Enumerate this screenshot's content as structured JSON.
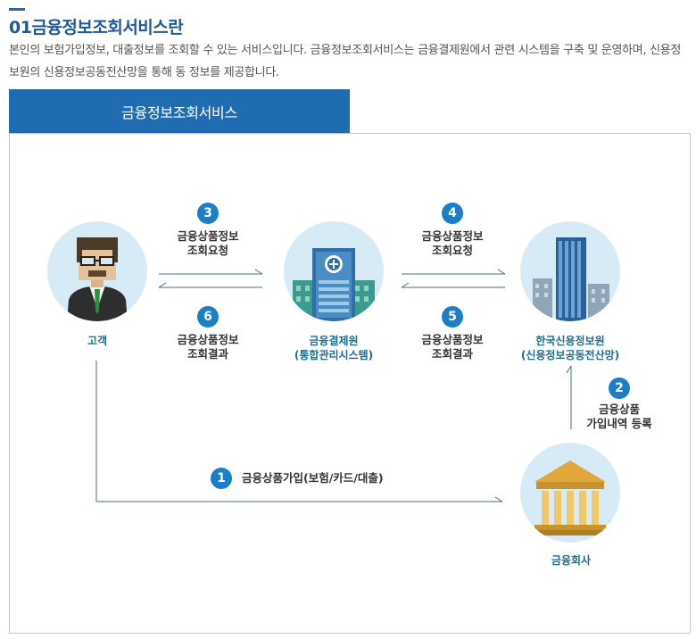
{
  "header": {
    "title": "01금융정보조회서비스란",
    "description": "본인의 보험가입정보, 대출정보를 조회할 수 있는 서비스입니다. 금융정보조회서비스는 금융결제원에서 관련 시스템을 구축 및 운영하며, 신용정보원의 신용정보공동전산망을 통해 동 정보를 제공합니다."
  },
  "tab": {
    "label": "금융정보조회서비스"
  },
  "nodes": {
    "customer": {
      "label": "고객"
    },
    "kftc": {
      "label_line1": "금융결제원",
      "label_line2": "(통합관리시스템)"
    },
    "kcis": {
      "label_line1": "한국신용정보원",
      "label_line2": "(신용정보공동전산망)"
    },
    "bank": {
      "label": "금융회사"
    }
  },
  "steps": [
    {
      "number": "1",
      "line1": "금융상품가입(보험/카드/대출)"
    },
    {
      "number": "2",
      "line1": "금융상품",
      "line2": "가입내역 등록"
    },
    {
      "number": "3",
      "line1": "금융상품정보",
      "line2": "조회요청"
    },
    {
      "number": "4",
      "line1": "금융상품정보",
      "line2": "조회요청"
    },
    {
      "number": "5",
      "line1": "금융상품정보",
      "line2": "조회결과"
    },
    {
      "number": "6",
      "line1": "금융상품정보",
      "line2": "조회결과"
    }
  ],
  "colors": {
    "accent": "#1f6cb0",
    "node_label": "#1a6e8e",
    "step_badge": "#1a7ec8",
    "circle_bg": "#d7ebf7"
  },
  "icons": {
    "customer": "person-icon",
    "kftc": "building-icon",
    "kcis": "skyscraper-icon",
    "bank": "bank-icon"
  }
}
